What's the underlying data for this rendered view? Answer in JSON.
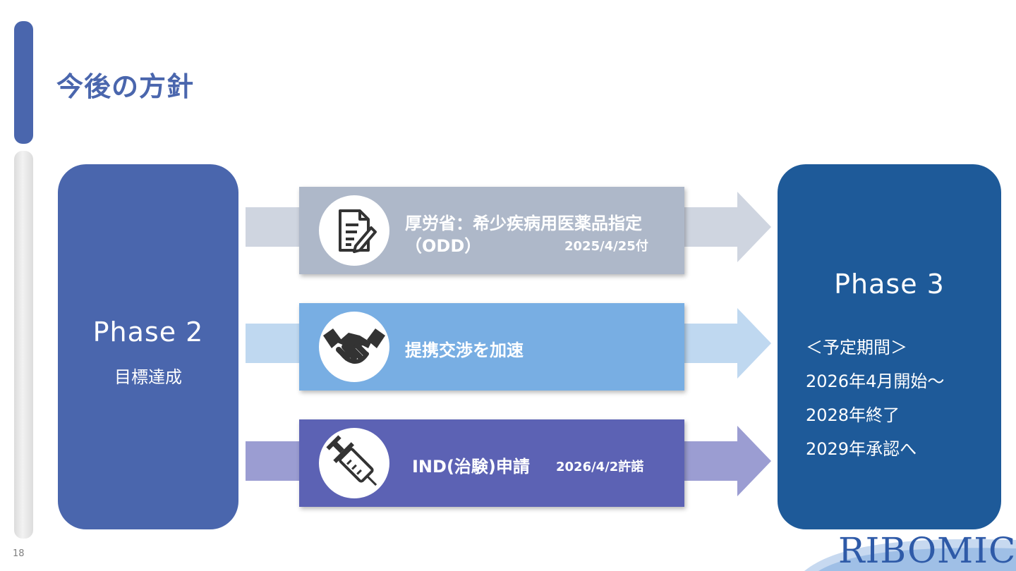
{
  "title": "今後の方針",
  "page_number": "18",
  "phase2": {
    "title": "Phase 2",
    "subtitle": "目標達成"
  },
  "phase3": {
    "title": "Phase 3",
    "schedule": [
      "＜予定期間＞",
      "2026年4月開始～",
      "2028年終了",
      "2029年承認へ"
    ]
  },
  "tracks": [
    {
      "icon": "document-edit-icon",
      "line1": "厚労省：希少疾病用医薬品指定",
      "line2": "（ODD）",
      "date": "2025/4/25付"
    },
    {
      "icon": "handshake-icon",
      "label": "提携交渉を加速"
    },
    {
      "icon": "syringe-icon",
      "label": "IND(治験)申請",
      "sub": "2026/4/2許諾"
    }
  ],
  "logo": {
    "text": "RIBOMIC"
  },
  "colors": {
    "phase2": "#4a66ad",
    "phase3": "#1e5a99",
    "band_gray": "#aeb8c9",
    "band_blue": "#78aee3",
    "band_purple": "#5c62b4",
    "arrow_gray": "#cfd5e0",
    "arrow_blue": "#bfd8f0",
    "arrow_purple": "#9b9dd2"
  }
}
